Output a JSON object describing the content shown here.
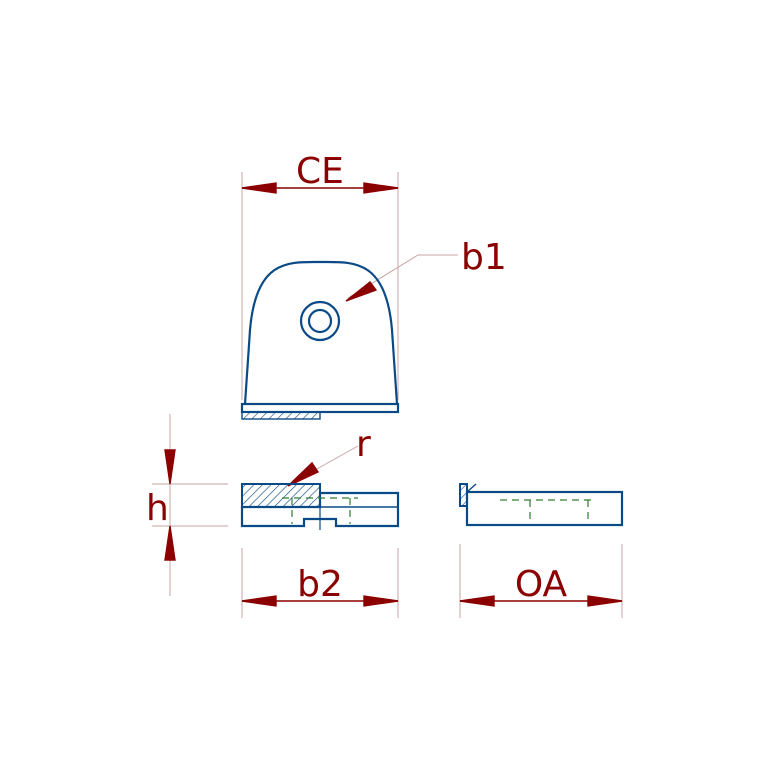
{
  "colors": {
    "part_outline": "#0a4a86",
    "dimension": "#8b0000",
    "extension_line": "#c9a3a3",
    "hidden_line": "#2e7d32",
    "background": "#ffffff"
  },
  "dimensions": {
    "ce": "CE",
    "b1": "b1",
    "r": "r",
    "h": "h",
    "b2": "b2",
    "oa": "OA"
  }
}
